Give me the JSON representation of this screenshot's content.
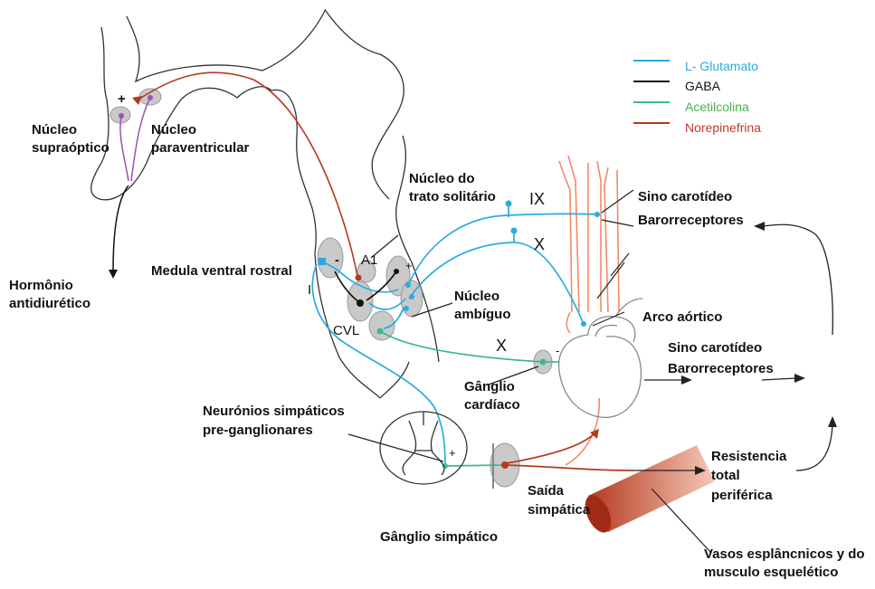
{
  "colors": {
    "glutamate": "#29abe2",
    "gaba": "#111111",
    "acetylcholine": "#3dbb8a",
    "norepinephrine": "#b5391f",
    "acetylcholine_text": "#4cae4c",
    "norepinephrine_text": "#c0392b",
    "carotid": "#f08a6a",
    "outline": "#333333"
  },
  "legend": [
    {
      "label": "L- Glutamato",
      "key": "glutamate"
    },
    {
      "label": "GABA",
      "key": "gaba"
    },
    {
      "label": "Acetilcolina",
      "key": "acetylcholine"
    },
    {
      "label": "Norepinefrina",
      "key": "norepinephrine"
    }
  ],
  "labels": {
    "supraoptic_1": "Núcleo",
    "supraoptic_2": "supraóptico",
    "paraventricular_1": "Núcleo",
    "paraventricular_2": "paraventricular",
    "antidiuretic_1": "Hormônio",
    "antidiuretic_2": "antidiurético",
    "rvlm": "Medula ventral rostral",
    "nts_1": "Núcleo do",
    "nts_2": "trato solitário",
    "a1": "A1",
    "cvl": "CVL",
    "ambiguus_1": "Núcleo",
    "ambiguus_2": "ambíguo",
    "carotid_top_1": "Sino carotídeo",
    "carotid_top_2": "Barorreceptores",
    "aortic_arch": "Arco aórtico",
    "carotid_mid_1": "Sino carotídeo",
    "carotid_mid_2": "Barorreceptores",
    "cardiac_ganglion_1": "Gânglio",
    "cardiac_ganglion_2": "cardíaco",
    "preganglionic_1": "Neurónios simpáticos",
    "preganglionic_2": "pre-ganglionares",
    "resistance_1": "Resistencia",
    "resistance_2": "total",
    "resistance_3": "periférica",
    "sympathetic_out_1": "Saída",
    "sympathetic_out_2": "simpática",
    "sympathetic_ganglion": "Gânglio simpático",
    "vessels_1": "Vasos esplâncnicos y do",
    "vessels_2": "musculo esquelético"
  },
  "marks": {
    "ix": "IX",
    "x_upper": "X",
    "x_lower": "X",
    "plus_hypo": "+",
    "minus_rvlm": "-",
    "plus_nts": "+",
    "i_rvlm": "I",
    "minus_cardiac": "-",
    "plus_cord": "+"
  }
}
